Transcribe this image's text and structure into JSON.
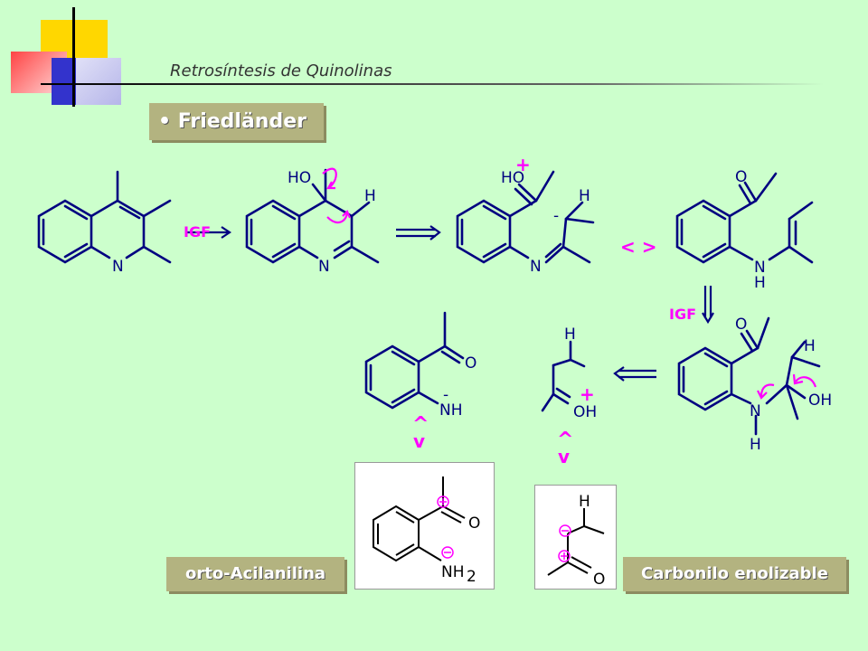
{
  "slide": {
    "title": "Retrosíntesis de Quinolinas",
    "bullet": "• Friedländer"
  },
  "arrow_labels": {
    "igf": "IGF"
  },
  "symbols": {
    "resonance": "< >",
    "up": "^",
    "down": "v",
    "minus": "-",
    "plus": "+"
  },
  "atoms": {
    "N": "N",
    "H": "H",
    "O": "O",
    "HO": "HO",
    "OH": "OH",
    "NH": "NH",
    "NH2": "NH",
    "sub2": "2"
  },
  "bottom_labels": {
    "left": "orto-Acilanilina",
    "right": "Carbonilo enolizable"
  },
  "colors": {
    "background": "#ccffcc",
    "structure": "#000080",
    "magenta": "#ff00ff",
    "label_bg": "#b3b380",
    "square_yellow": "#ffd700",
    "square_red": "#ff6b6b",
    "square_blue": "#3333cc"
  }
}
